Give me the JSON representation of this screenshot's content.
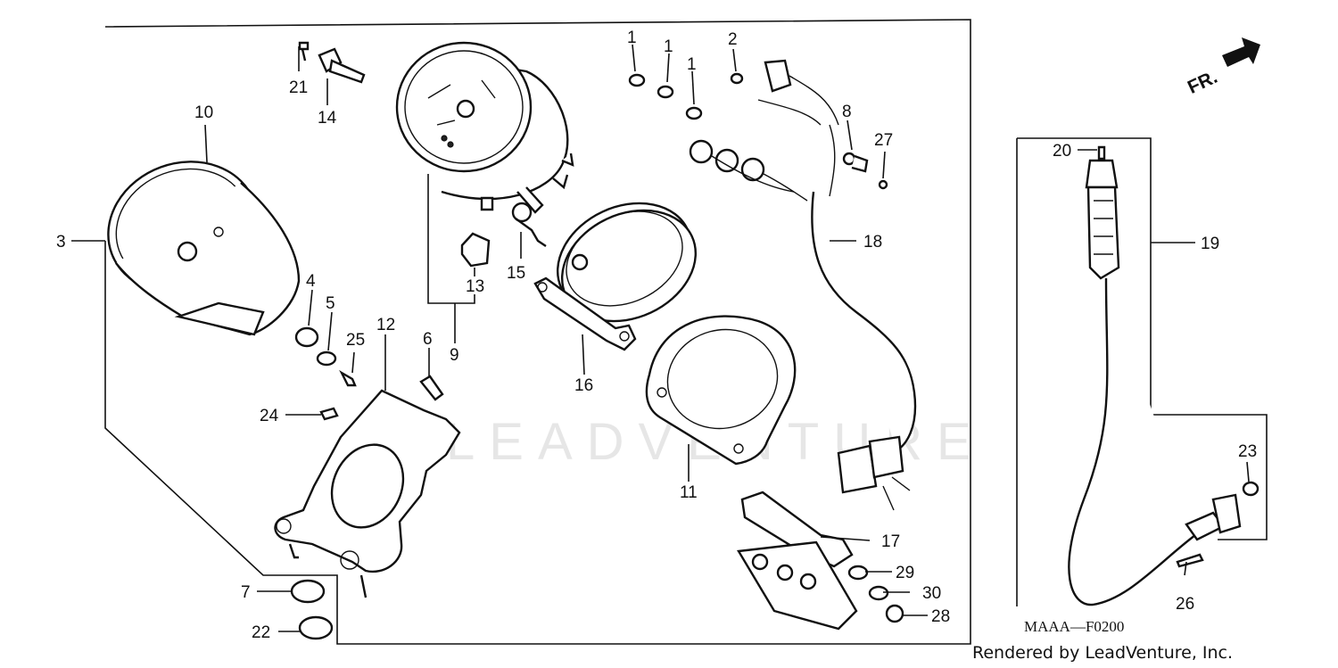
{
  "diagram": {
    "part_numbers": [
      "1",
      "1",
      "1",
      "2",
      "3",
      "4",
      "5",
      "6",
      "7",
      "8",
      "9",
      "10",
      "11",
      "12",
      "13",
      "14",
      "15",
      "16",
      "17",
      "18",
      "19",
      "20",
      "21",
      "22",
      "23",
      "24",
      "25",
      "26",
      "27",
      "28",
      "29",
      "30"
    ],
    "direction_label": "FR.",
    "diagram_code": "MAAA—F0200",
    "credit": "Rendered by LeadVenture, Inc.",
    "watermark": "LEADVENTURE"
  }
}
